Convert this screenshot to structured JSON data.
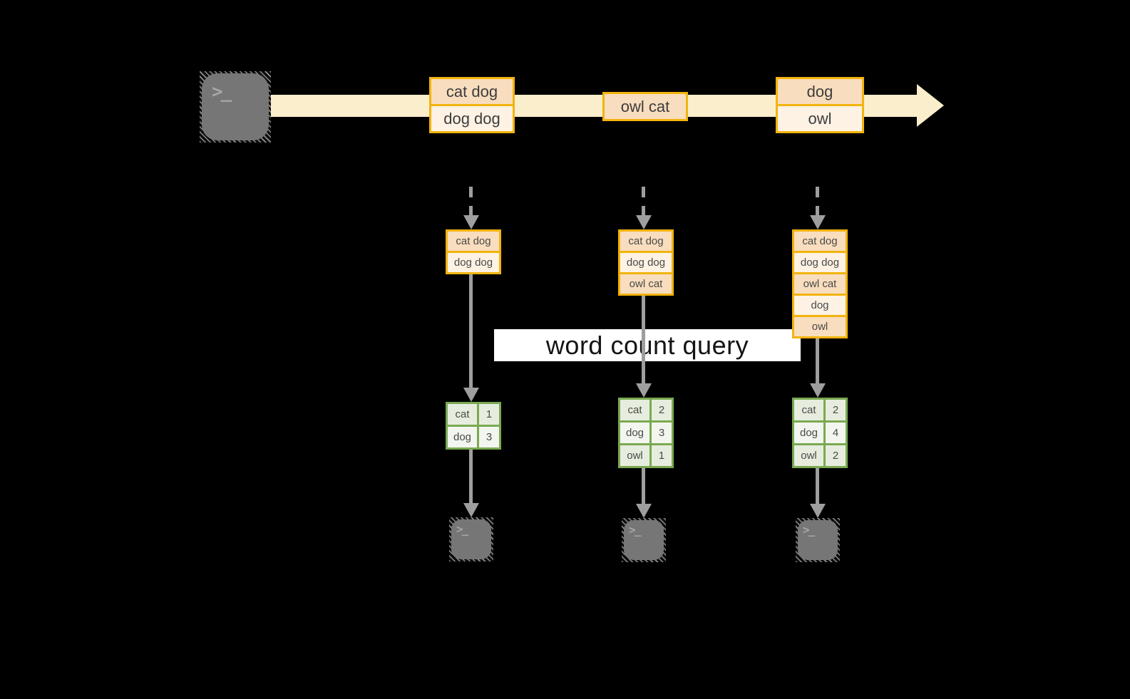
{
  "diagram": {
    "query_label": "word count query",
    "terminal_glyph": ">_",
    "stream": {
      "events": [
        {
          "lines": [
            "cat dog",
            "dog dog"
          ]
        },
        {
          "lines": [
            "owl cat"
          ]
        },
        {
          "lines": [
            "dog",
            "owl"
          ]
        }
      ]
    },
    "columns": [
      {
        "state": [
          "cat dog",
          "dog dog"
        ],
        "counts": [
          {
            "word": "cat",
            "count": "1"
          },
          {
            "word": "dog",
            "count": "3"
          }
        ]
      },
      {
        "state": [
          "cat dog",
          "dog dog",
          "owl cat"
        ],
        "counts": [
          {
            "word": "cat",
            "count": "2"
          },
          {
            "word": "dog",
            "count": "3"
          },
          {
            "word": "owl",
            "count": "1"
          }
        ]
      },
      {
        "state": [
          "cat dog",
          "dog dog",
          "owl cat",
          "dog",
          "owl"
        ],
        "counts": [
          {
            "word": "cat",
            "count": "2"
          },
          {
            "word": "dog",
            "count": "4"
          },
          {
            "word": "owl",
            "count": "2"
          }
        ]
      }
    ],
    "colors": {
      "background": "#000000",
      "stream_band": "#FAEECC",
      "record_border": "#F2B40D",
      "record_fill_dark": "#F8DDBE",
      "record_fill_light": "#FDF2E4",
      "table_border": "#79A952",
      "table_fill_dark": "#E7EDDE",
      "table_fill_light": "#F3F6EE",
      "arrow_gray": "#9E9E9E",
      "terminal_gray": "#767676",
      "query_band": "#FFFFFF"
    }
  }
}
